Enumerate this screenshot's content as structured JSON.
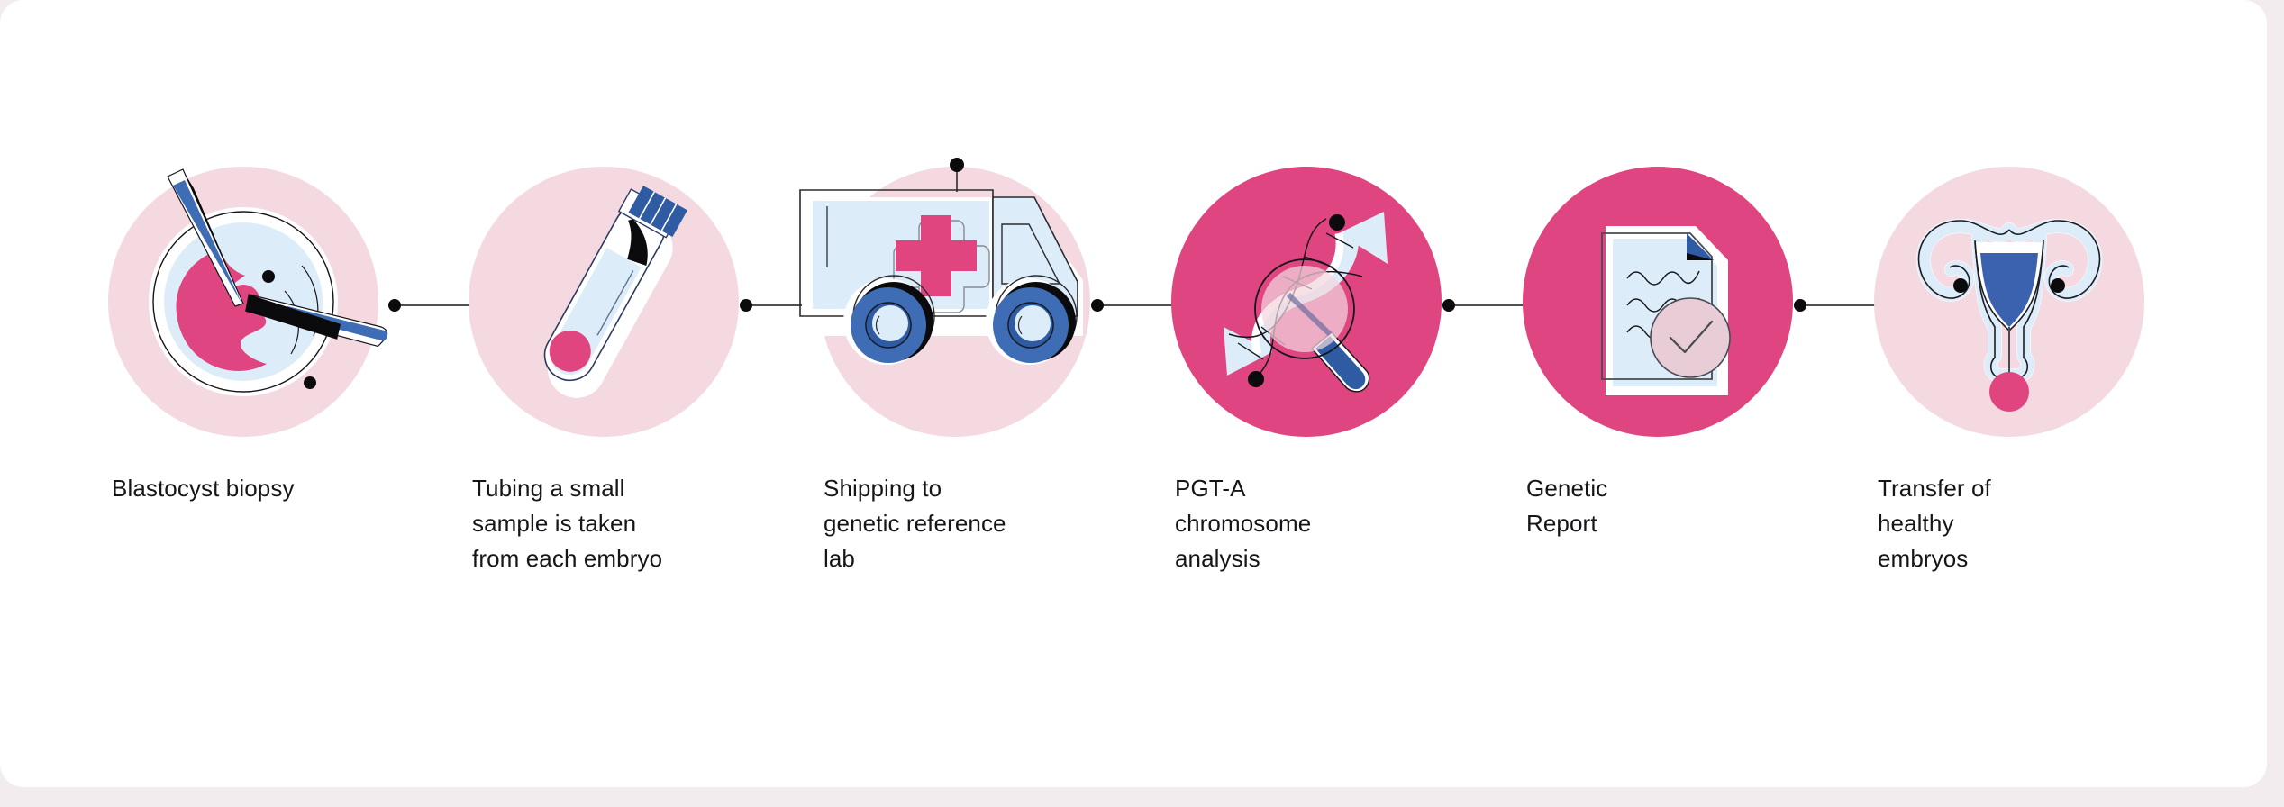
{
  "page": {
    "background_color": "#f2ecef",
    "card_color": "#ffffff"
  },
  "palette": {
    "accent_pink": "#df4580",
    "light_pink": "#f5d9e0",
    "light_blue": "#dcedf9",
    "blue": "#3e6db5",
    "dark_blue": "#2f5ba3",
    "ink": "#16161a",
    "text": "#16161a"
  },
  "diagram": {
    "type": "horizontal-process-flow",
    "step_count": 6,
    "connector": {
      "line_color": "#16161a",
      "dot_color": "#16161a",
      "style": "dot-line-dot"
    },
    "steps": [
      {
        "index": 1,
        "icon_name": "blastocyst-biopsy-icon",
        "circle_style": "light",
        "label_lines": [
          "Blastocyst biopsy"
        ],
        "label_text": "Blastocyst biopsy"
      },
      {
        "index": 2,
        "icon_name": "test-tube-icon",
        "circle_style": "light",
        "label_lines": [
          "Tubing a small",
          "sample is taken",
          "from each embryo"
        ],
        "label_text": "Tubing a small sample is taken from each embryo"
      },
      {
        "index": 3,
        "icon_name": "delivery-truck-icon",
        "circle_style": "light",
        "label_lines": [
          "Shipping to",
          "genetic reference",
          "lab"
        ],
        "label_text": "Shipping to genetic reference lab"
      },
      {
        "index": 4,
        "icon_name": "dna-magnifier-icon",
        "circle_style": "solid",
        "label_lines": [
          "PGT-A",
          "chromosome",
          "analysis"
        ],
        "label_text": "PGT-A chromosome analysis"
      },
      {
        "index": 5,
        "icon_name": "genetic-report-document-icon",
        "circle_style": "solid",
        "label_lines": [
          "Genetic",
          "Report"
        ],
        "label_text": "Genetic Report"
      },
      {
        "index": 6,
        "icon_name": "uterus-embryo-transfer-icon",
        "circle_style": "light",
        "label_lines": [
          "Transfer of",
          "healthy",
          "embryos"
        ],
        "label_text": "Transfer of healthy embryos"
      }
    ]
  }
}
